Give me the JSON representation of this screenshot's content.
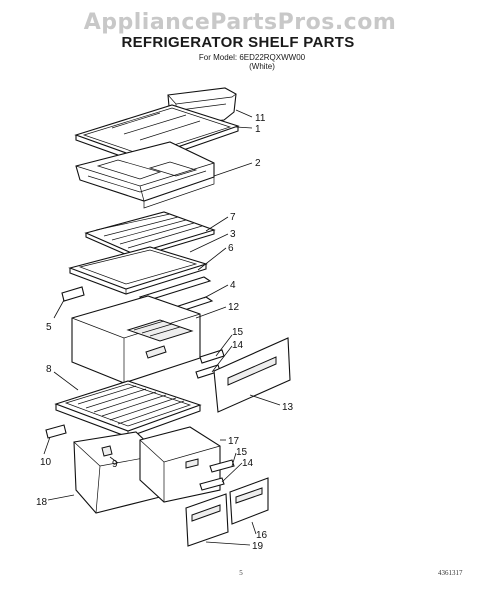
{
  "watermark": "AppliancePartsPros.com",
  "title": "REFRIGERATOR SHELF PARTS",
  "model_line": "For Model: 6ED22RQXWW00",
  "color_line": "(White)",
  "page_number": "5",
  "doc_code": "4361317",
  "callouts": [
    "11",
    "1",
    "2",
    "7",
    "3",
    "6",
    "4",
    "5",
    "12",
    "15",
    "14",
    "8",
    "13",
    "10",
    "9",
    "17",
    "15",
    "14",
    "18",
    "16",
    "19"
  ]
}
